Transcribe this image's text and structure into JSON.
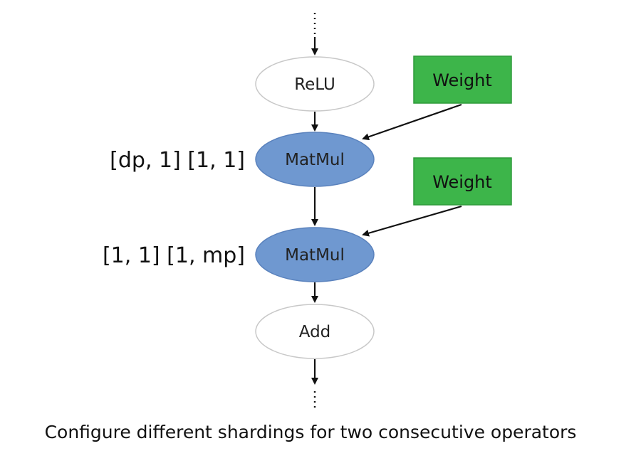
{
  "nodes": {
    "relu": "ReLU",
    "matmul_1": "MatMul",
    "matmul_2": "MatMul",
    "add": "Add",
    "weight_1": "Weight",
    "weight_2": "Weight"
  },
  "shardings": {
    "matmul_1": "[dp, 1] [1, 1]",
    "matmul_2": "[1, 1] [1, mp]"
  },
  "caption": "Configure different shardings for two consecutive operators",
  "colors": {
    "op_fill": "#ffffff",
    "op_stroke": "#c8c8c8",
    "matmul_fill": "#6f98d0",
    "matmul_stroke": "#5a82bd",
    "weight_fill": "#3db54a",
    "weight_stroke": "#2f9a3a"
  }
}
